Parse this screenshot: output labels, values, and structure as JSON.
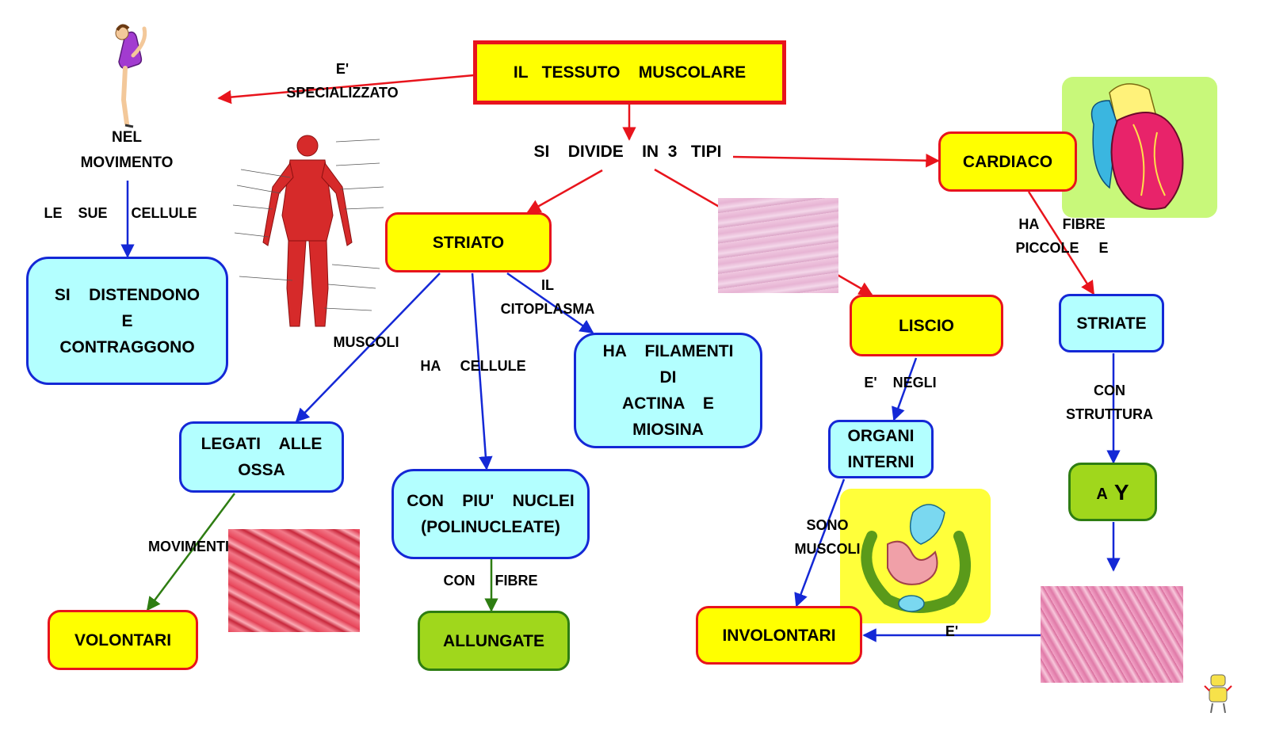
{
  "title": "IL   TESSUTO    MUSCOLARE",
  "nodes": {
    "movimento": "NEL\nMOVIMENTO",
    "si_distendono": "SI    DISTENDONO\nE\nCONTRAGGONO",
    "striato": "STRIATO",
    "cardiaco": "CARDIACO",
    "liscio": "LISCIO",
    "legati": "LEGATI    ALLE\nOSSA",
    "piu_nuclei": "CON    PIU'    NUCLEI\n(POLINUCLEATE)",
    "filamenti": "HA    FILAMENTI\nDI\nACTINA    E\nMIOSINA",
    "organi": "ORGANI\nINTERNI",
    "striate": "STRIATE",
    "ay_a": "A",
    "ay_y": "Y",
    "volontari": "VOLONTARI",
    "allungate": "ALLUNGATE",
    "involontari": "INVOLONTARI"
  },
  "labels": {
    "specializzato": "E'\nSPECIALIZZATO",
    "divide": "SI    DIVIDE    IN  3   TIPI",
    "cellule": "LE    SUE      CELLULE",
    "muscoli": "MUSCOLI",
    "ha_cellule": "HA     CELLULE",
    "citoplasma": "IL\nCITOPLASMA",
    "fibre_piccole": "HA      FIBRE\nPICCOLE     E",
    "negli": "E'    NEGLI",
    "con_struttura": "CON\nSTRUTTURA",
    "movimenti": "MOVIMENTI",
    "con_fibre": "CON     FIBRE",
    "sono_muscoli": "SONO\nMUSCOLI",
    "e_arrow": "E'"
  },
  "colors": {
    "red": "#e8141c",
    "blue": "#1428d6",
    "green": "#2e7d12",
    "yellow": "#ffff00",
    "cyan": "#b3ffff",
    "lime": "#a0d71c"
  },
  "icons": [
    "gymnast-icon",
    "muscle-anatomy-icon",
    "heart-icon",
    "intestine-icon",
    "mascot-icon"
  ]
}
